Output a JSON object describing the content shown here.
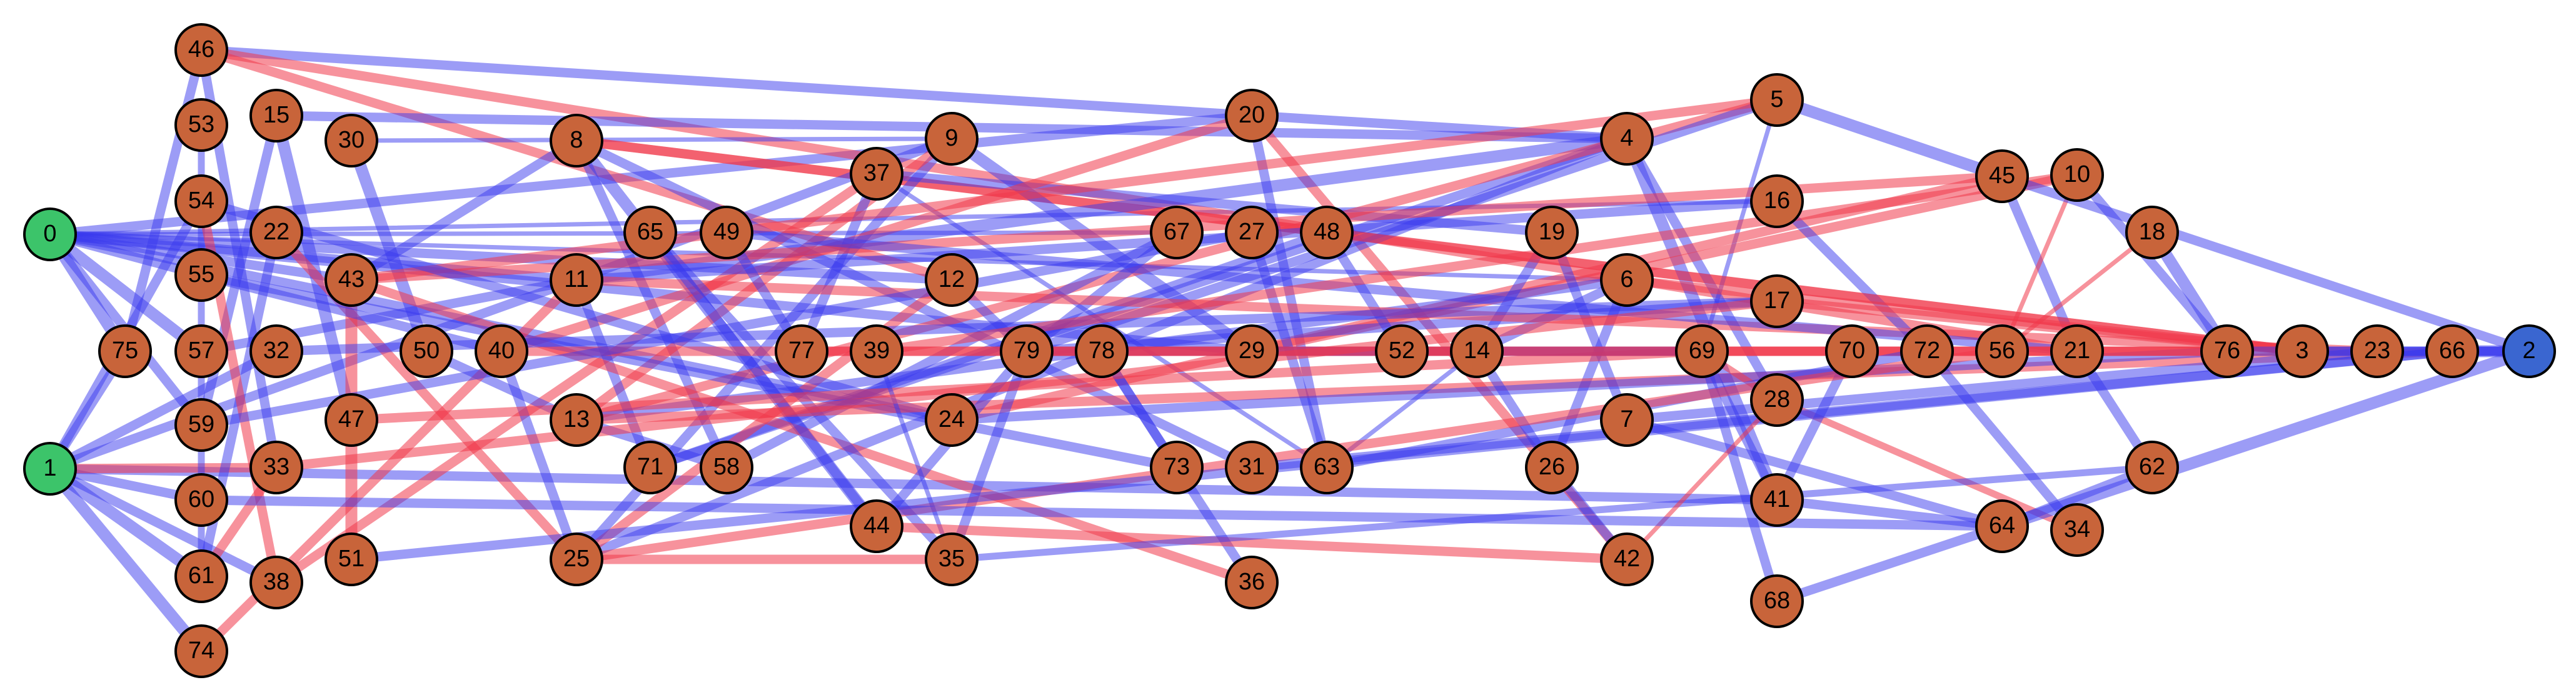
{
  "graph": {
    "colors": {
      "source_node": "#3cc46a",
      "sink_node": "#3a66d0",
      "inner_node": "#c8643a",
      "node_stroke": "#000000",
      "edge_positive": "#3a3aee",
      "edge_negative": "#f0384a"
    },
    "nodes": [
      {
        "id": "0",
        "type": "source"
      },
      {
        "id": "1",
        "type": "source"
      },
      {
        "id": "2",
        "type": "sink"
      },
      {
        "id": "3"
      },
      {
        "id": "4"
      },
      {
        "id": "5"
      },
      {
        "id": "6"
      },
      {
        "id": "7"
      },
      {
        "id": "9"
      },
      {
        "id": "8"
      },
      {
        "id": "10"
      },
      {
        "id": "11"
      },
      {
        "id": "12"
      },
      {
        "id": "13"
      },
      {
        "id": "14"
      },
      {
        "id": "15"
      },
      {
        "id": "16"
      },
      {
        "id": "17"
      },
      {
        "id": "18"
      },
      {
        "id": "19"
      },
      {
        "id": "20"
      },
      {
        "id": "21"
      },
      {
        "id": "22"
      },
      {
        "id": "23"
      },
      {
        "id": "24"
      },
      {
        "id": "25"
      },
      {
        "id": "26"
      },
      {
        "id": "27"
      },
      {
        "id": "28"
      },
      {
        "id": "29"
      },
      {
        "id": "30"
      },
      {
        "id": "31"
      },
      {
        "id": "32"
      },
      {
        "id": "33"
      },
      {
        "id": "34"
      },
      {
        "id": "35"
      },
      {
        "id": "36"
      },
      {
        "id": "37"
      },
      {
        "id": "38"
      },
      {
        "id": "39"
      },
      {
        "id": "40"
      },
      {
        "id": "41"
      },
      {
        "id": "42"
      },
      {
        "id": "43"
      },
      {
        "id": "44"
      },
      {
        "id": "45"
      },
      {
        "id": "46"
      },
      {
        "id": "47"
      },
      {
        "id": "48"
      },
      {
        "id": "49"
      },
      {
        "id": "50"
      },
      {
        "id": "51"
      },
      {
        "id": "52"
      },
      {
        "id": "53"
      },
      {
        "id": "54"
      },
      {
        "id": "55"
      },
      {
        "id": "56"
      },
      {
        "id": "57"
      },
      {
        "id": "58"
      },
      {
        "id": "59"
      },
      {
        "id": "60"
      },
      {
        "id": "61"
      },
      {
        "id": "62"
      },
      {
        "id": "63"
      },
      {
        "id": "64"
      },
      {
        "id": "65"
      },
      {
        "id": "66"
      },
      {
        "id": "67"
      },
      {
        "id": "68"
      },
      {
        "id": "69"
      },
      {
        "id": "70"
      },
      {
        "id": "71"
      },
      {
        "id": "72"
      },
      {
        "id": "73"
      },
      {
        "id": "74"
      },
      {
        "id": "75"
      },
      {
        "id": "76"
      },
      {
        "id": "77"
      },
      {
        "id": "78"
      },
      {
        "id": "79"
      }
    ],
    "edges": [
      {
        "from": "0",
        "to": "75",
        "sign": "pos",
        "weight": 4
      },
      {
        "from": "0",
        "to": "57",
        "sign": "pos",
        "weight": 4
      },
      {
        "from": "0",
        "to": "59",
        "sign": "pos",
        "weight": 3
      },
      {
        "from": "0",
        "to": "55",
        "sign": "pos",
        "weight": 3
      },
      {
        "from": "0",
        "to": "43",
        "sign": "pos",
        "weight": 3
      },
      {
        "from": "0",
        "to": "11",
        "sign": "pos",
        "weight": 3
      },
      {
        "from": "0",
        "to": "12",
        "sign": "pos",
        "weight": 3
      },
      {
        "from": "0",
        "to": "16",
        "sign": "pos",
        "weight": 1
      },
      {
        "from": "0",
        "to": "67",
        "sign": "pos",
        "weight": 1
      },
      {
        "from": "0",
        "to": "29",
        "sign": "pos",
        "weight": 3
      },
      {
        "from": "0",
        "to": "20",
        "sign": "pos",
        "weight": 3
      },
      {
        "from": "0",
        "to": "24",
        "sign": "pos",
        "weight": 3
      },
      {
        "from": "0",
        "to": "6",
        "sign": "pos",
        "weight": 1
      },
      {
        "from": "1",
        "to": "75",
        "sign": "pos",
        "weight": 3
      },
      {
        "from": "1",
        "to": "54",
        "sign": "pos",
        "weight": 3
      },
      {
        "from": "1",
        "to": "61",
        "sign": "pos",
        "weight": 4
      },
      {
        "from": "1",
        "to": "74",
        "sign": "pos",
        "weight": 4
      },
      {
        "from": "1",
        "to": "38",
        "sign": "pos",
        "weight": 3
      },
      {
        "from": "1",
        "to": "60",
        "sign": "pos",
        "weight": 3
      },
      {
        "from": "1",
        "to": "11",
        "sign": "pos",
        "weight": 3
      },
      {
        "from": "1",
        "to": "41",
        "sign": "pos",
        "weight": 3
      },
      {
        "from": "1",
        "to": "32",
        "sign": "pos",
        "weight": 3
      },
      {
        "from": "1",
        "to": "33",
        "sign": "neg",
        "weight": 3
      },
      {
        "from": "46",
        "to": "75",
        "sign": "pos",
        "weight": 3
      },
      {
        "from": "46",
        "to": "4",
        "sign": "pos",
        "weight": 3
      },
      {
        "from": "46",
        "to": "33",
        "sign": "pos",
        "weight": 3
      },
      {
        "from": "46",
        "to": "12",
        "sign": "neg",
        "weight": 3
      },
      {
        "from": "46",
        "to": "21",
        "sign": "neg",
        "weight": 3
      },
      {
        "from": "53",
        "to": "61",
        "sign": "pos",
        "weight": 2
      },
      {
        "from": "15",
        "to": "47",
        "sign": "pos",
        "weight": 4
      },
      {
        "from": "15",
        "to": "4",
        "sign": "pos",
        "weight": 3
      },
      {
        "from": "15",
        "to": "59",
        "sign": "pos",
        "weight": 3
      },
      {
        "from": "30",
        "to": "50",
        "sign": "pos",
        "weight": 4
      },
      {
        "from": "30",
        "to": "9",
        "sign": "pos",
        "weight": 1
      },
      {
        "from": "8",
        "to": "43",
        "sign": "pos",
        "weight": 3
      },
      {
        "from": "8",
        "to": "58",
        "sign": "pos",
        "weight": 3
      },
      {
        "from": "8",
        "to": "44",
        "sign": "pos",
        "weight": 4
      },
      {
        "from": "8",
        "to": "48",
        "sign": "neg",
        "weight": 3
      },
      {
        "from": "8",
        "to": "31",
        "sign": "pos",
        "weight": 3
      },
      {
        "from": "8",
        "to": "3",
        "sign": "neg",
        "weight": 3
      },
      {
        "from": "9",
        "to": "25",
        "sign": "pos",
        "weight": 3
      },
      {
        "from": "9",
        "to": "29",
        "sign": "pos",
        "weight": 4
      },
      {
        "from": "9",
        "to": "11",
        "sign": "pos",
        "weight": 3
      },
      {
        "from": "9",
        "to": "13",
        "sign": "neg",
        "weight": 3
      },
      {
        "from": "37",
        "to": "77",
        "sign": "pos",
        "weight": 3
      },
      {
        "from": "37",
        "to": "38",
        "sign": "neg",
        "weight": 3
      },
      {
        "from": "37",
        "to": "63",
        "sign": "pos",
        "weight": 1
      },
      {
        "from": "37",
        "to": "19",
        "sign": "pos",
        "weight": 3
      },
      {
        "from": "20",
        "to": "63",
        "sign": "pos",
        "weight": 3
      },
      {
        "from": "20",
        "to": "40",
        "sign": "neg",
        "weight": 3
      },
      {
        "from": "20",
        "to": "42",
        "sign": "neg",
        "weight": 3
      },
      {
        "from": "4",
        "to": "11",
        "sign": "pos",
        "weight": 4
      },
      {
        "from": "4",
        "to": "25",
        "sign": "pos",
        "weight": 3
      },
      {
        "from": "4",
        "to": "71",
        "sign": "pos",
        "weight": 3
      },
      {
        "from": "4",
        "to": "28",
        "sign": "pos",
        "weight": 3
      },
      {
        "from": "4",
        "to": "41",
        "sign": "pos",
        "weight": 4
      },
      {
        "from": "5",
        "to": "13",
        "sign": "neg",
        "weight": 3
      },
      {
        "from": "5",
        "to": "79",
        "sign": "pos",
        "weight": 3
      },
      {
        "from": "5",
        "to": "45",
        "sign": "pos",
        "weight": 4
      },
      {
        "from": "5",
        "to": "69",
        "sign": "pos",
        "weight": 1
      },
      {
        "from": "5",
        "to": "43",
        "sign": "neg",
        "weight": 3
      },
      {
        "from": "45",
        "to": "43",
        "sign": "neg",
        "weight": 3
      },
      {
        "from": "45",
        "to": "21",
        "sign": "pos",
        "weight": 3
      },
      {
        "from": "45",
        "to": "24",
        "sign": "neg",
        "weight": 3
      },
      {
        "from": "10",
        "to": "76",
        "sign": "pos",
        "weight": 3
      },
      {
        "from": "10",
        "to": "56",
        "sign": "neg",
        "weight": 1
      },
      {
        "from": "10",
        "to": "29",
        "sign": "neg",
        "weight": 3
      },
      {
        "from": "18",
        "to": "76",
        "sign": "pos",
        "weight": 4
      },
      {
        "from": "18",
        "to": "56",
        "sign": "neg",
        "weight": 1
      },
      {
        "from": "16",
        "to": "72",
        "sign": "pos",
        "weight": 3
      },
      {
        "from": "16",
        "to": "11",
        "sign": "pos",
        "weight": 3
      },
      {
        "from": "17",
        "to": "79",
        "sign": "pos",
        "weight": 3
      },
      {
        "from": "17",
        "to": "3",
        "sign": "neg",
        "weight": 3
      },
      {
        "from": "6",
        "to": "13",
        "sign": "pos",
        "weight": 3
      },
      {
        "from": "6",
        "to": "26",
        "sign": "pos",
        "weight": 3
      },
      {
        "from": "6",
        "to": "14",
        "sign": "pos",
        "weight": 3
      },
      {
        "from": "6",
        "to": "3",
        "sign": "neg",
        "weight": 3
      },
      {
        "from": "19",
        "to": "7",
        "sign": "pos",
        "weight": 3
      },
      {
        "from": "19",
        "to": "14",
        "sign": "pos",
        "weight": 3
      },
      {
        "from": "48",
        "to": "52",
        "sign": "pos",
        "weight": 3
      },
      {
        "from": "48",
        "to": "71",
        "sign": "pos",
        "weight": 3
      },
      {
        "from": "48",
        "to": "3",
        "sign": "neg",
        "weight": 3
      },
      {
        "from": "27",
        "to": "63",
        "sign": "pos",
        "weight": 3
      },
      {
        "from": "67",
        "to": "58",
        "sign": "pos",
        "weight": 3
      },
      {
        "from": "67",
        "to": "79",
        "sign": "pos",
        "weight": 3
      },
      {
        "from": "12",
        "to": "79",
        "sign": "pos",
        "weight": 3
      },
      {
        "from": "12",
        "to": "25",
        "sign": "neg",
        "weight": 3
      },
      {
        "from": "11",
        "to": "23",
        "sign": "neg",
        "weight": 3
      },
      {
        "from": "11",
        "to": "57",
        "sign": "pos",
        "weight": 3
      },
      {
        "from": "11",
        "to": "71",
        "sign": "pos",
        "weight": 3
      },
      {
        "from": "43",
        "to": "51",
        "sign": "neg",
        "weight": 4
      },
      {
        "from": "43",
        "to": "36",
        "sign": "neg",
        "weight": 3
      },
      {
        "from": "22",
        "to": "25",
        "sign": "neg",
        "weight": 3
      },
      {
        "from": "22",
        "to": "61",
        "sign": "pos",
        "weight": 3
      },
      {
        "from": "55",
        "to": "73",
        "sign": "pos",
        "weight": 3
      },
      {
        "from": "55",
        "to": "40",
        "sign": "pos",
        "weight": 3
      },
      {
        "from": "54",
        "to": "38",
        "sign": "neg",
        "weight": 3
      },
      {
        "from": "54",
        "to": "24",
        "sign": "pos",
        "weight": 3
      },
      {
        "from": "65",
        "to": "44",
        "sign": "pos",
        "weight": 3
      },
      {
        "from": "65",
        "to": "35",
        "sign": "pos",
        "weight": 3
      },
      {
        "from": "49",
        "to": "77",
        "sign": "pos",
        "weight": 3
      },
      {
        "from": "49",
        "to": "21",
        "sign": "pos",
        "weight": 3
      },
      {
        "from": "50",
        "to": "13",
        "sign": "pos",
        "weight": 3
      },
      {
        "from": "40",
        "to": "25",
        "sign": "pos",
        "weight": 3
      },
      {
        "from": "40",
        "to": "76",
        "sign": "neg",
        "weight": 3
      },
      {
        "from": "32",
        "to": "17",
        "sign": "pos",
        "weight": 3
      },
      {
        "from": "47",
        "to": "69",
        "sign": "neg",
        "weight": 3
      },
      {
        "from": "13",
        "to": "58",
        "sign": "pos",
        "weight": 3
      },
      {
        "from": "13",
        "to": "66",
        "sign": "neg",
        "weight": 3
      },
      {
        "from": "24",
        "to": "76",
        "sign": "pos",
        "weight": 3
      },
      {
        "from": "39",
        "to": "35",
        "sign": "pos",
        "weight": 1
      },
      {
        "from": "39",
        "to": "10",
        "sign": "neg",
        "weight": 3
      },
      {
        "from": "79",
        "to": "44",
        "sign": "pos",
        "weight": 3
      },
      {
        "from": "79",
        "to": "35",
        "sign": "pos",
        "weight": 3
      },
      {
        "from": "79",
        "to": "29",
        "sign": "pos",
        "weight": 3
      },
      {
        "from": "78",
        "to": "73",
        "sign": "pos",
        "weight": 3
      },
      {
        "from": "78",
        "to": "36",
        "sign": "pos",
        "weight": 3
      },
      {
        "from": "77",
        "to": "23",
        "sign": "neg",
        "weight": 3
      },
      {
        "from": "29",
        "to": "69",
        "sign": "pos",
        "weight": 3
      },
      {
        "from": "52",
        "to": "76",
        "sign": "neg",
        "weight": 3
      },
      {
        "from": "14",
        "to": "26",
        "sign": "pos",
        "weight": 3
      },
      {
        "from": "14",
        "to": "63",
        "sign": "pos",
        "weight": 1
      },
      {
        "from": "14",
        "to": "79",
        "sign": "neg",
        "weight": 3
      },
      {
        "from": "69",
        "to": "41",
        "sign": "pos",
        "weight": 3
      },
      {
        "from": "69",
        "to": "68",
        "sign": "pos",
        "weight": 3
      },
      {
        "from": "69",
        "to": "28",
        "sign": "neg",
        "weight": 2
      },
      {
        "from": "7",
        "to": "64",
        "sign": "pos",
        "weight": 3
      },
      {
        "from": "7",
        "to": "23",
        "sign": "pos",
        "weight": 3
      },
      {
        "from": "26",
        "to": "42",
        "sign": "pos",
        "weight": 3
      },
      {
        "from": "28",
        "to": "34",
        "sign": "neg",
        "weight": 2
      },
      {
        "from": "70",
        "to": "41",
        "sign": "pos",
        "weight": 3
      },
      {
        "from": "72",
        "to": "34",
        "sign": "pos",
        "weight": 3
      },
      {
        "from": "72",
        "to": "63",
        "sign": "pos",
        "weight": 3
      },
      {
        "from": "56",
        "to": "25",
        "sign": "neg",
        "weight": 3
      },
      {
        "from": "21",
        "to": "62",
        "sign": "pos",
        "weight": 3
      },
      {
        "from": "76",
        "to": "2",
        "sign": "pos",
        "weight": 3
      },
      {
        "from": "3",
        "to": "2",
        "sign": "pos",
        "weight": 3
      },
      {
        "from": "23",
        "to": "2",
        "sign": "pos",
        "weight": 3
      },
      {
        "from": "66",
        "to": "2",
        "sign": "pos",
        "weight": 4
      },
      {
        "from": "45",
        "to": "2",
        "sign": "pos",
        "weight": 3
      },
      {
        "from": "64",
        "to": "2",
        "sign": "pos",
        "weight": 4
      },
      {
        "from": "62",
        "to": "64",
        "sign": "pos",
        "weight": 3
      },
      {
        "from": "68",
        "to": "64",
        "sign": "pos",
        "weight": 3
      },
      {
        "from": "41",
        "to": "64",
        "sign": "pos",
        "weight": 3
      },
      {
        "from": "44",
        "to": "42",
        "sign": "neg",
        "weight": 3
      },
      {
        "from": "61",
        "to": "33",
        "sign": "neg",
        "weight": 3
      },
      {
        "from": "74",
        "to": "11",
        "sign": "neg",
        "weight": 3
      },
      {
        "from": "51",
        "to": "66",
        "sign": "pos",
        "weight": 3
      },
      {
        "from": "35",
        "to": "62",
        "sign": "pos",
        "weight": 2
      },
      {
        "from": "31",
        "to": "66",
        "sign": "pos",
        "weight": 3
      },
      {
        "from": "42",
        "to": "28",
        "sign": "neg",
        "weight": 1
      },
      {
        "from": "60",
        "to": "64",
        "sign": "pos",
        "weight": 3
      },
      {
        "from": "25",
        "to": "35",
        "sign": "neg",
        "weight": 3
      },
      {
        "from": "33",
        "to": "17",
        "sign": "neg",
        "weight": 3
      },
      {
        "from": "59",
        "to": "27",
        "sign": "pos",
        "weight": 3
      }
    ]
  }
}
